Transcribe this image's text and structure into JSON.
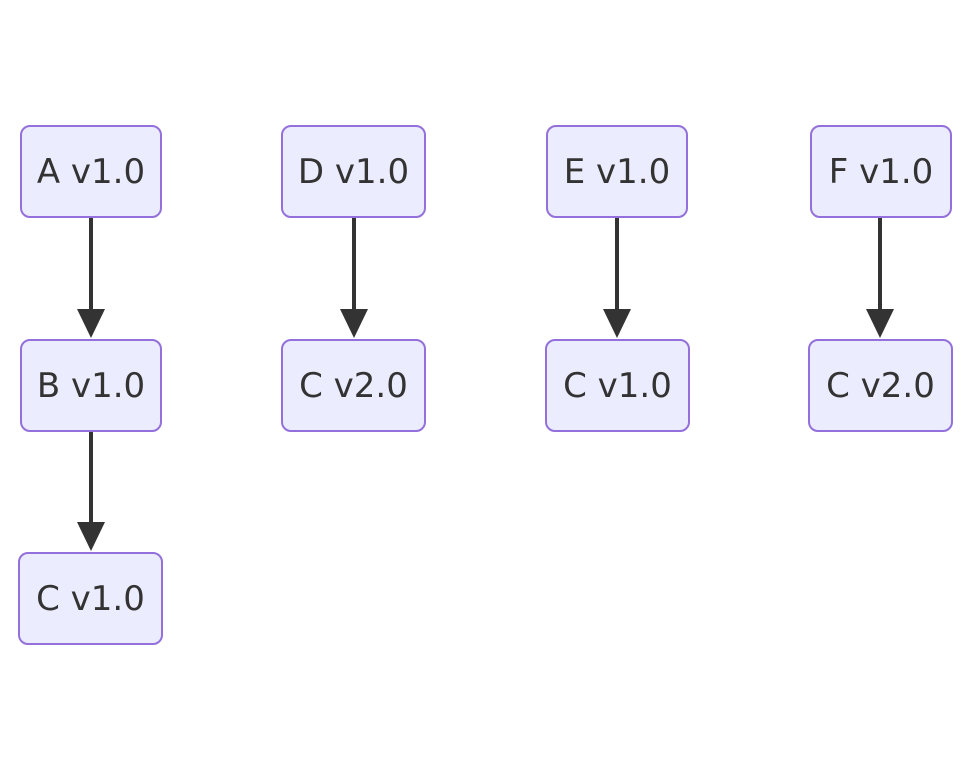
{
  "diagram": {
    "colors": {
      "node_fill": "#ececff",
      "node_border": "#9370db",
      "text": "#333333",
      "edge": "#333333"
    },
    "nodes": {
      "a1": "A v1.0",
      "b1": "B v1.0",
      "c1a": "C v1.0",
      "d1": "D v1.0",
      "c2a": "C v2.0",
      "e1": "E v1.0",
      "c1b": "C v1.0",
      "f1": "F v1.0",
      "c2b": "C v2.0"
    },
    "edges": [
      {
        "from": "A v1.0",
        "to": "B v1.0"
      },
      {
        "from": "B v1.0",
        "to": "C v1.0"
      },
      {
        "from": "D v1.0",
        "to": "C v2.0"
      },
      {
        "from": "E v1.0",
        "to": "C v1.0"
      },
      {
        "from": "F v1.0",
        "to": "C v2.0"
      }
    ]
  }
}
